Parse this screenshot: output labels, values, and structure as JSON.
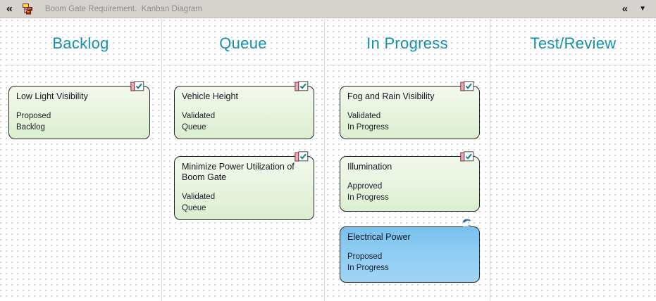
{
  "toolbar": {
    "title": "Boom Gate Requirement.  Kanban Diagram",
    "collapse_glyph": "«",
    "caret_glyph": "▼"
  },
  "board": {
    "columns": [
      {
        "name": "Backlog",
        "cards": [
          {
            "title": "Low Light Visibility",
            "status": "Proposed",
            "phase": "Backlog",
            "variant": "green",
            "icon": "requirement-checked-icon"
          }
        ]
      },
      {
        "name": "Queue",
        "cards": [
          {
            "title": "Vehicle Height",
            "status": "Validated",
            "phase": "Queue",
            "variant": "green",
            "icon": "requirement-checked-icon"
          },
          {
            "title": "Minimize Power Utilization of Boom Gate",
            "status": "Validated",
            "phase": "Queue",
            "variant": "green",
            "icon": "requirement-checked-icon"
          }
        ]
      },
      {
        "name": "In Progress",
        "cards": [
          {
            "title": "Fog and Rain Visibility",
            "status": "Validated",
            "phase": "In Progress",
            "variant": "green",
            "icon": "requirement-checked-icon"
          },
          {
            "title": "Illumination",
            "status": "Approved",
            "phase": "In Progress",
            "variant": "green",
            "icon": "requirement-checked-icon"
          },
          {
            "title": "Electrical Power",
            "status": "Proposed",
            "phase": "In Progress",
            "variant": "blue",
            "icon": "sync-swirl-icon"
          }
        ]
      },
      {
        "name": "Test/Review",
        "cards": []
      }
    ]
  },
  "colors": {
    "column_header_teal": "#1691ad",
    "card_green_top": "#f3f9ee",
    "card_green_bottom": "#dbeecf",
    "card_blue_top": "#77c1ee",
    "card_blue_bottom": "#a1d5f5",
    "card_border": "#262626",
    "toolbar_background": "#d6d3ce",
    "toolbar_title_gray": "#8c8c8c",
    "requirement_icon_pink": "#f2a6ba",
    "requirement_check_teal": "#12818f"
  }
}
